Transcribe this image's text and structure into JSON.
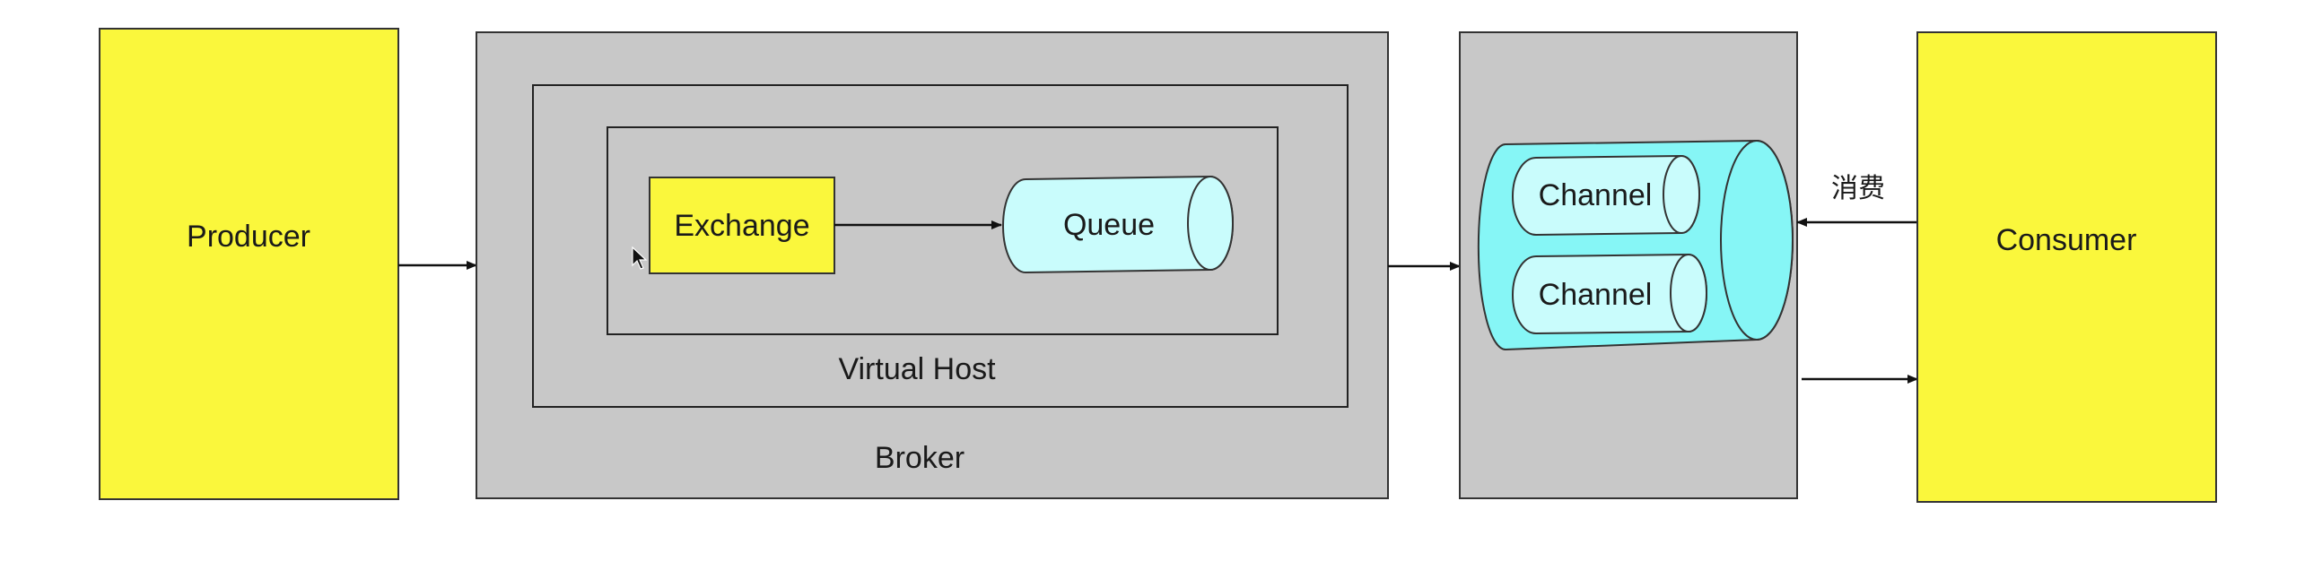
{
  "producer": {
    "label": "Producer",
    "color": "#faf73c"
  },
  "broker": {
    "label": "Broker",
    "color": "#c8c8c8"
  },
  "virtual_host": {
    "label": "Virtual Host"
  },
  "exchange": {
    "label": "Exchange",
    "color": "#faf73c"
  },
  "queue": {
    "label": "Queue",
    "color": "#c9fcfc"
  },
  "connection": {
    "color": "#86f6f6",
    "channels": [
      {
        "label": "Channel",
        "color": "#c9fcfc"
      },
      {
        "label": "Channel",
        "color": "#c9fcfc"
      }
    ]
  },
  "consumer": {
    "label": "Consumer",
    "color": "#faf73c"
  },
  "consume_arrow": {
    "label": "消费"
  },
  "colors": {
    "stroke": "#333333",
    "text": "#1a1a1a",
    "background": "#ffffff"
  }
}
